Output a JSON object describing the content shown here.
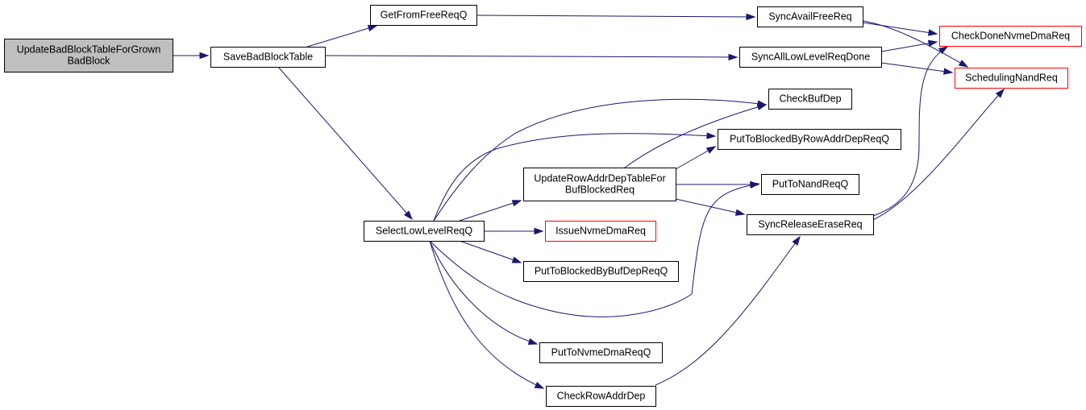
{
  "colors": {
    "edge": "#191970",
    "root_fill": "#bfbfbf",
    "node_fill": "#ffffff",
    "node_border": "#000000",
    "truncated_border": "#ff0000"
  },
  "nodes": [
    {
      "id": "UpdateBadBlockTableForGrownBadBlock",
      "lines": [
        "UpdateBadBlockTableForGrown",
        "BadBlock"
      ],
      "root": true
    },
    {
      "id": "SaveBadBlockTable",
      "lines": [
        "SaveBadBlockTable"
      ]
    },
    {
      "id": "GetFromFreeReqQ",
      "lines": [
        "GetFromFreeReqQ"
      ]
    },
    {
      "id": "SelectLowLevelReqQ",
      "lines": [
        "SelectLowLevelReqQ"
      ]
    },
    {
      "id": "SyncAllLowLevelReqDone",
      "lines": [
        "SyncAllLowLevelReqDone"
      ]
    },
    {
      "id": "SyncAvailFreeReq",
      "lines": [
        "SyncAvailFreeReq"
      ]
    },
    {
      "id": "CheckDoneNvmeDmaReq",
      "lines": [
        "CheckDoneNvmeDmaReq"
      ],
      "truncated": true
    },
    {
      "id": "SchedulingNandReq",
      "lines": [
        "SchedulingNandReq"
      ],
      "truncated": true
    },
    {
      "id": "CheckBufDep",
      "lines": [
        "CheckBufDep"
      ]
    },
    {
      "id": "PutToBlockedByRowAddrDepReqQ",
      "lines": [
        "PutToBlockedByRowAddrDepReqQ"
      ]
    },
    {
      "id": "UpdateRowAddrDepTableForBufBlockedReq",
      "lines": [
        "UpdateRowAddrDepTableFor",
        "BufBlockedReq"
      ]
    },
    {
      "id": "PutToNandReqQ",
      "lines": [
        "PutToNandReqQ"
      ]
    },
    {
      "id": "SyncReleaseEraseReq",
      "lines": [
        "SyncReleaseEraseReq"
      ]
    },
    {
      "id": "IssueNvmeDmaReq",
      "lines": [
        "IssueNvmeDmaReq"
      ],
      "truncated": true
    },
    {
      "id": "PutToBlockedByBufDepReqQ",
      "lines": [
        "PutToBlockedByBufDepReqQ"
      ]
    },
    {
      "id": "PutToNvmeDmaReqQ",
      "lines": [
        "PutToNvmeDmaReqQ"
      ]
    },
    {
      "id": "CheckRowAddrDep",
      "lines": [
        "CheckRowAddrDep"
      ]
    }
  ],
  "edges": [
    {
      "from": "UpdateBadBlockTableForGrownBadBlock",
      "to": "SaveBadBlockTable"
    },
    {
      "from": "SaveBadBlockTable",
      "to": "GetFromFreeReqQ"
    },
    {
      "from": "SaveBadBlockTable",
      "to": "SyncAllLowLevelReqDone"
    },
    {
      "from": "SaveBadBlockTable",
      "to": "SelectLowLevelReqQ"
    },
    {
      "from": "GetFromFreeReqQ",
      "to": "SyncAvailFreeReq"
    },
    {
      "from": "SyncAvailFreeReq",
      "to": "CheckDoneNvmeDmaReq"
    },
    {
      "from": "SyncAvailFreeReq",
      "to": "SchedulingNandReq"
    },
    {
      "from": "SyncAllLowLevelReqDone",
      "to": "CheckDoneNvmeDmaReq"
    },
    {
      "from": "SyncAllLowLevelReqDone",
      "to": "SchedulingNandReq"
    },
    {
      "from": "SelectLowLevelReqQ",
      "to": "CheckBufDep"
    },
    {
      "from": "SelectLowLevelReqQ",
      "to": "PutToBlockedByRowAddrDepReqQ"
    },
    {
      "from": "SelectLowLevelReqQ",
      "to": "UpdateRowAddrDepTableForBufBlockedReq"
    },
    {
      "from": "SelectLowLevelReqQ",
      "to": "IssueNvmeDmaReq"
    },
    {
      "from": "SelectLowLevelReqQ",
      "to": "PutToBlockedByBufDepReqQ"
    },
    {
      "from": "SelectLowLevelReqQ",
      "to": "PutToNandReqQ"
    },
    {
      "from": "SelectLowLevelReqQ",
      "to": "PutToNvmeDmaReqQ"
    },
    {
      "from": "SelectLowLevelReqQ",
      "to": "CheckRowAddrDep"
    },
    {
      "from": "UpdateRowAddrDepTableForBufBlockedReq",
      "to": "CheckBufDep"
    },
    {
      "from": "UpdateRowAddrDepTableForBufBlockedReq",
      "to": "PutToBlockedByRowAddrDepReqQ"
    },
    {
      "from": "UpdateRowAddrDepTableForBufBlockedReq",
      "to": "PutToNandReqQ"
    },
    {
      "from": "UpdateRowAddrDepTableForBufBlockedReq",
      "to": "SyncReleaseEraseReq"
    },
    {
      "from": "SyncReleaseEraseReq",
      "to": "CheckDoneNvmeDmaReq"
    },
    {
      "from": "SyncReleaseEraseReq",
      "to": "SchedulingNandReq"
    },
    {
      "from": "CheckRowAddrDep",
      "to": "SyncReleaseEraseReq"
    }
  ]
}
